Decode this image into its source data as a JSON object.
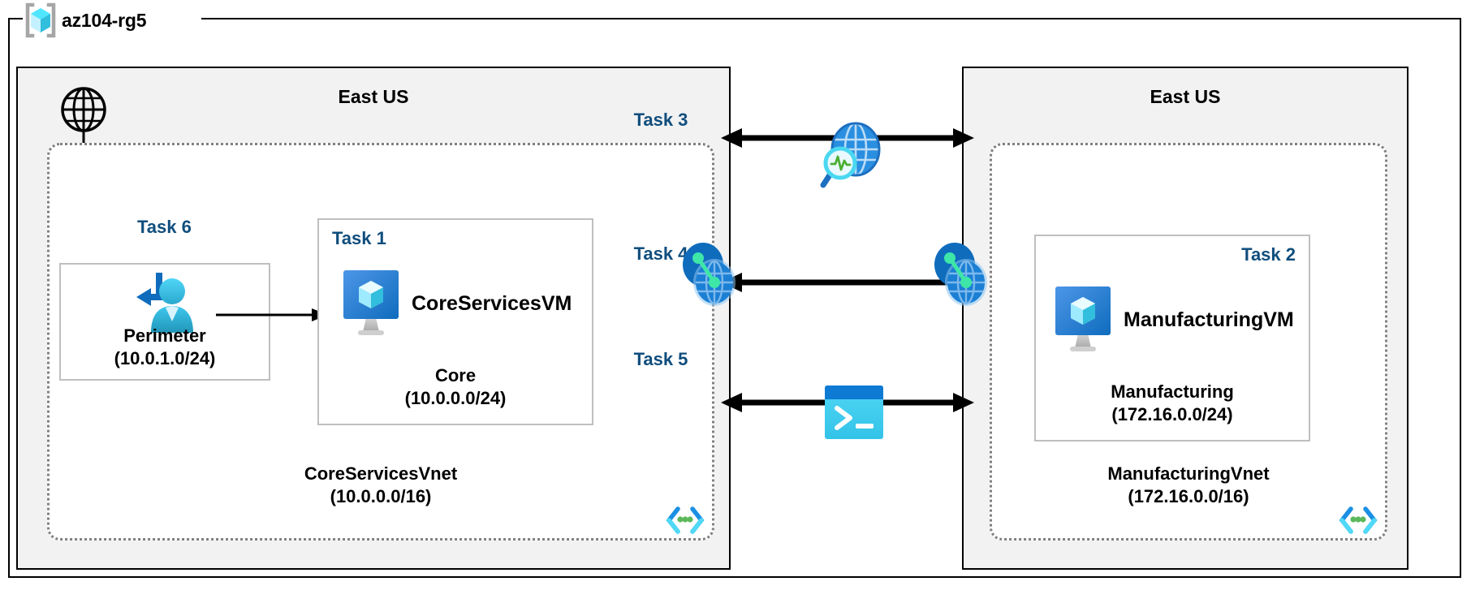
{
  "resource_group": {
    "name": "az104-rg5",
    "icon": "resource-group-cube-icon"
  },
  "regions": [
    {
      "id": "left",
      "title": "East US"
    },
    {
      "id": "right",
      "title": "East US"
    }
  ],
  "vnets": [
    {
      "id": "coreservices",
      "name": "CoreServicesVnet",
      "address_space": "(10.0.0.0/16)",
      "icon": "subnet-code-icon"
    },
    {
      "id": "manufacturing",
      "name": "ManufacturingVnet",
      "address_space": "(172.16.0.0/16)",
      "icon": "subnet-code-icon"
    }
  ],
  "subnets": [
    {
      "id": "perimeter",
      "task": "Task 6",
      "name": "Perimeter",
      "address_space": "(10.0.1.0/24)",
      "icon": "bastion-user-icon"
    },
    {
      "id": "core",
      "task": "Task 1",
      "name": "Core",
      "address_space": "(10.0.0.0/24)",
      "vm_name": "CoreServicesVM",
      "icon": "virtual-machine-icon"
    },
    {
      "id": "manufacturing",
      "task": "Task 2",
      "name": "Manufacturing",
      "address_space": "(172.16.0.0/24)",
      "vm_name": "ManufacturingVM",
      "icon": "virtual-machine-icon"
    }
  ],
  "connectors": [
    {
      "id": "task3",
      "label": "Task 3",
      "icon": "network-watcher-icon"
    },
    {
      "id": "task4",
      "label": "Task 4",
      "icon": "vnet-peering-icon"
    },
    {
      "id": "task5",
      "label": "Task 5",
      "icon": "cloud-shell-terminal-icon"
    }
  ],
  "standalone_icons": [
    {
      "id": "internet",
      "icon": "globe-internet-icon"
    },
    {
      "id": "peering-left",
      "icon": "vnet-peering-icon"
    },
    {
      "id": "peering-right",
      "icon": "vnet-peering-icon"
    }
  ],
  "colors": {
    "task_label": "#104e7d",
    "region_fill": "#f2f2f2",
    "vnet_border": "#808080",
    "subnet_border": "#bfbfbf",
    "azure_blue": "#0078d4",
    "azure_cyan": "#50e6ff",
    "accent_green": "#5bb85b"
  }
}
